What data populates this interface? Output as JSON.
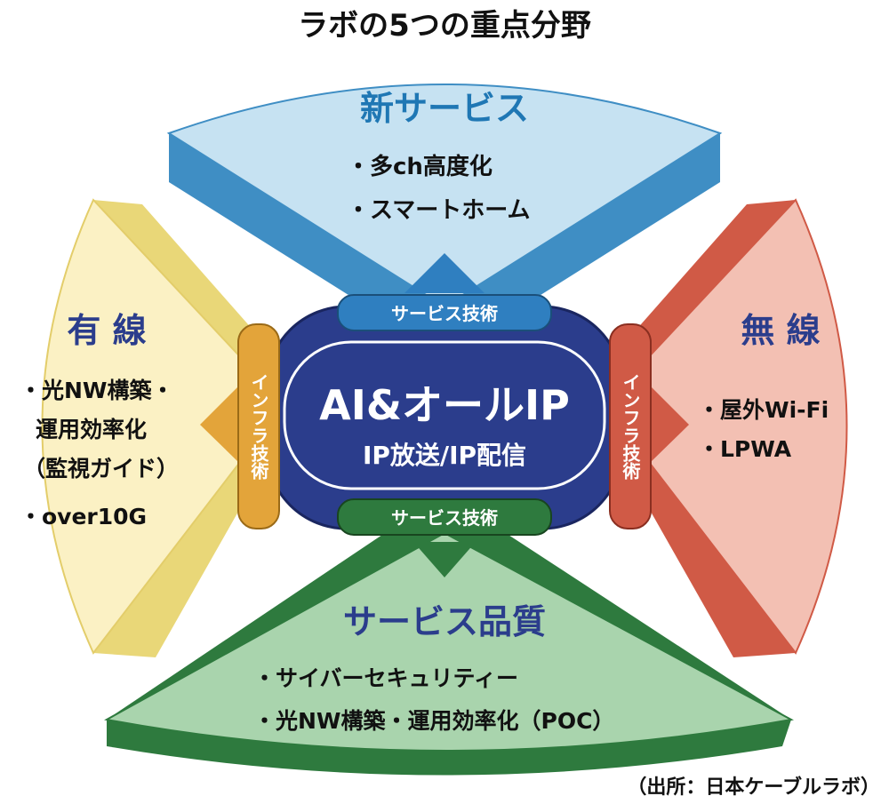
{
  "title": "ラボの5つの重点分野",
  "source": "（出所：日本ケーブルラボ）",
  "center": {
    "main": "AI&オールIP",
    "sub": "IP放送/IP配信"
  },
  "sections": {
    "top": {
      "heading": "新サービス",
      "items": [
        "・多ch高度化",
        "・スマートホーム"
      ]
    },
    "left": {
      "heading": "有 線",
      "items": [
        "・光NW構築・",
        "運用効率化",
        "（監視ガイド）",
        "・over10G"
      ]
    },
    "right": {
      "heading": "無 線",
      "items": [
        "・屋外Wi-Fi",
        "・LPWA"
      ]
    },
    "bottom": {
      "heading": "サービス品質",
      "items": [
        "・サイバーセキュリティー",
        "・光NW構築・運用効率化（POC）"
      ]
    }
  },
  "connectors": {
    "top": "サービス技術",
    "bottom": "サービス技術",
    "left": "インフラ技術",
    "right": "インフラ技術"
  },
  "colors": {
    "top_fill": "#c6e2f2",
    "top_edge": "#3f8ec4",
    "left_fill": "#fbf1c4",
    "left_edge": "#e9d778",
    "right_fill": "#f3c0b3",
    "right_edge": "#d05a46",
    "bottom_fill": "#a9d4ad",
    "bottom_edge": "#2e7a3e",
    "center_fill": "#2b3d8c",
    "heading_top": "#1f77b4",
    "heading_left": "#2b3d8c",
    "heading_right": "#2b3d8c",
    "heading_bottom": "#2b3d8c"
  }
}
